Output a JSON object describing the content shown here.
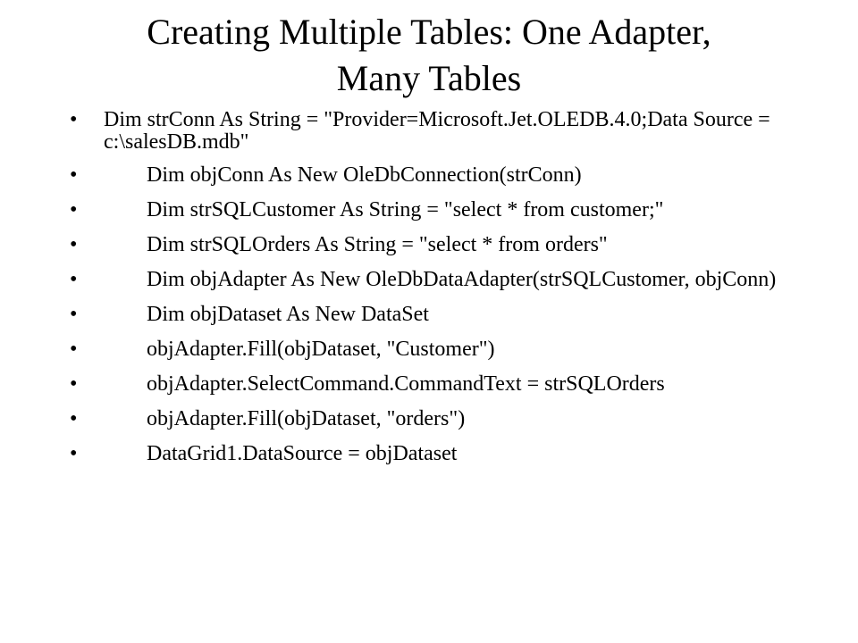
{
  "slide": {
    "title_lines": [
      "Creating Multiple Tables: One Adapter,",
      "Many Tables"
    ],
    "bullet_symbol": "•",
    "bullets": [
      "Dim strConn As String = \"Provider=Microsoft.Jet.OLEDB.4.0;Data Source = c:\\salesDB.mdb\"",
      "\tDim objConn As New OleDbConnection(strConn)",
      "\tDim strSQLCustomer As String = \"select * from customer;\"",
      "\tDim strSQLOrders As String = \"select * from orders\"",
      "\tDim objAdapter As New OleDbDataAdapter(strSQLCustomer, objConn)",
      "\tDim objDataset As New DataSet",
      "\tobjAdapter.Fill(objDataset, \"Customer\")",
      "\tobjAdapter.SelectCommand.CommandText = strSQLOrders",
      "\tobjAdapter.Fill(objDataset, \"orders\")",
      "\tDataGrid1.DataSource = objDataset"
    ]
  }
}
